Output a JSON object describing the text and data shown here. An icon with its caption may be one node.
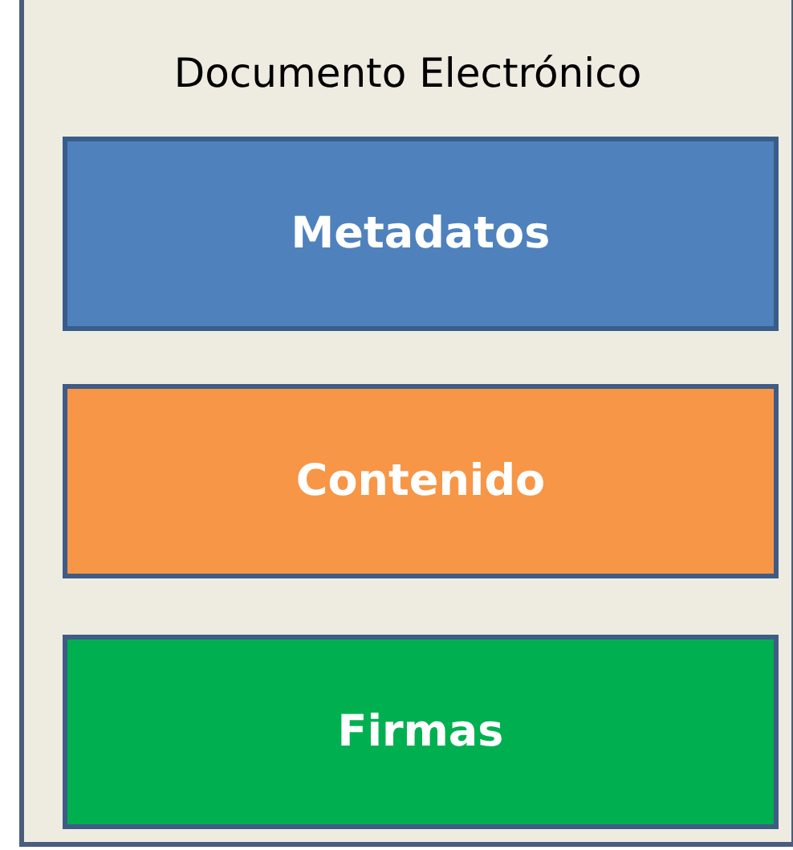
{
  "diagram": {
    "nodes": [
      {
        "text": [
          "Documento Electrónico"
        ]
      },
      {
        "text": [
          "Metadatos"
        ],
        "in": 0
      },
      {
        "text": [
          "Contenido"
        ],
        "in": 0
      },
      {
        "text": [
          "Firmas"
        ],
        "in": 0
      }
    ]
  }
}
